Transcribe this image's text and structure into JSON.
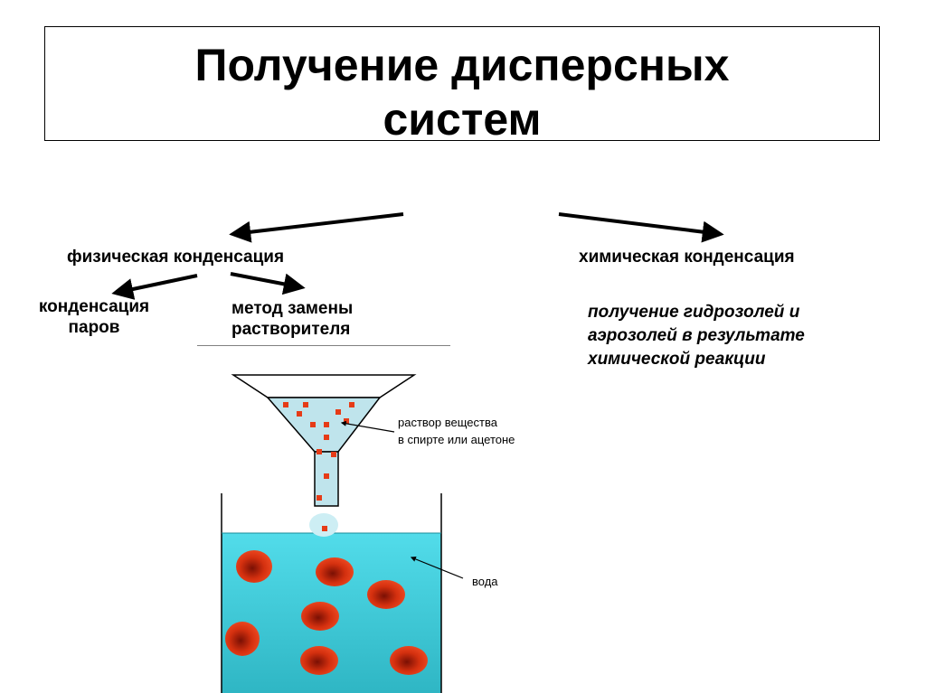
{
  "title": {
    "line1": "Получение дисперсных",
    "line2": "систем"
  },
  "branches": {
    "physical": "физическая конденсация",
    "chemical": "химическая конденсация"
  },
  "physical_methods": {
    "vapor": {
      "line1": "конденсация",
      "line2": "паров"
    },
    "solvent": {
      "line1": "метод замены",
      "line2": "растворителя"
    }
  },
  "chemical_description": {
    "line1": "получение гидрозолей и",
    "line2": "аэрозолей в результате",
    "line3": "химической реакции"
  },
  "labels": {
    "solution": {
      "line1": "раствор вещества",
      "line2": "в спирте или ацетоне"
    },
    "water": "вода"
  },
  "colors": {
    "water": "#3fd0dc",
    "funnel_liquid": "#bfe4ec",
    "particle": "#e63b17",
    "drop": "#cdeef4",
    "outline": "#000000"
  }
}
